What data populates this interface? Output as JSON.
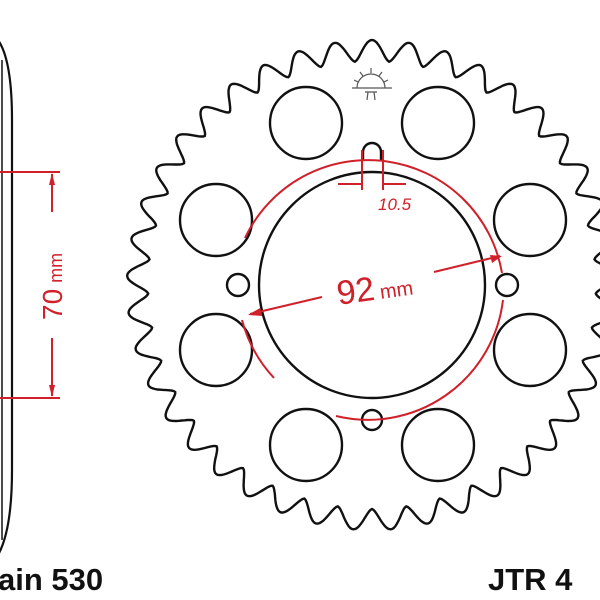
{
  "diagram": {
    "chain_label": "ain 530",
    "part_label": "JTR 4",
    "dim_height": {
      "value": "70",
      "unit": "mm"
    },
    "dim_bolt_circle": {
      "value": "92",
      "unit": "mm"
    },
    "dim_bolt_hole": {
      "value": "10.5"
    },
    "colors": {
      "outline": "#111111",
      "dimension": "#d0202a",
      "background": "#ffffff"
    },
    "logo_icon": "sun-logo-icon"
  }
}
